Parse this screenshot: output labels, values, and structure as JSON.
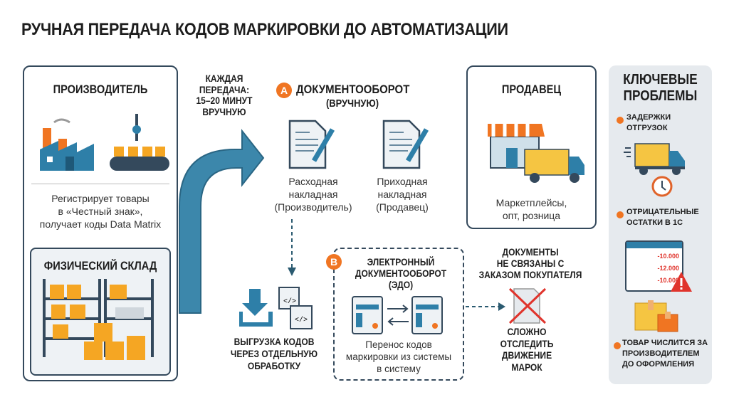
{
  "title": "РУЧНАЯ ПЕРЕДАЧА КОДОВ МАРКИРОВКИ ДО АВТОМАТИЗАЦИИ",
  "producer": {
    "title": "ПРОИЗВОДИТЕЛЬ",
    "description": [
      "Регистрирует товары",
      "в «Честный знак»,",
      "получает коды Data Matrix"
    ],
    "warehouse_title": "ФИЗИЧЕСКИЙ СКЛАД"
  },
  "transfer_note": [
    "КАЖДАЯ",
    "ПЕРЕДАЧА:",
    "15–20 МИНУТ",
    "ВРУЧНУЮ"
  ],
  "section_a": {
    "badge": "A",
    "title": "ДОКУМЕНТООБОРОТ",
    "subtitle": "(ВРУЧНУЮ)",
    "doc1": [
      "Расходная",
      "накладная",
      "(Производитель)"
    ],
    "doc2": [
      "Приходная",
      "накладная",
      "(Продавец)"
    ]
  },
  "export": {
    "label": [
      "ВЫГРУЗКА КОДОВ",
      "ЧЕРЕЗ ОТДЕЛЬНУЮ",
      "ОБРАБОТКУ"
    ]
  },
  "section_b": {
    "badge": "B",
    "title": [
      "ЭЛЕКТРОННЫЙ",
      "ДОКУМЕНТООБОРОТ",
      "(ЭДО)"
    ],
    "description": [
      "Перенос кодов",
      "маркировки из системы",
      "в систему"
    ]
  },
  "unlinked": {
    "title": [
      "ДОКУМЕНТЫ",
      "НЕ СВЯЗАНЫ С",
      "ЗАКАЗОМ  ПОКУПАТЕЛЯ"
    ],
    "result": [
      "СЛОЖНО",
      "ОТСЛЕДИТЬ",
      "ДВИЖЕНИЕ",
      "МАРОК"
    ]
  },
  "seller": {
    "title": "ПРОДАВЕЦ",
    "description": [
      "Маркетплейсы,",
      "опт, розница"
    ]
  },
  "problems": {
    "title": [
      "КЛЮЧЕВЫЕ",
      "ПРОБЛЕМЫ"
    ],
    "items": [
      {
        "text": [
          "ЗАДЕРЖКИ",
          "ОТГРУЗОК"
        ]
      },
      {
        "text": [
          "ОТРИЦАТЕЛЬНЫЕ",
          "ОСТАТКИ В 1С"
        ]
      },
      {
        "text": [
          "ТОВАР ЧИСЛИТСЯ ЗА",
          "ПРОИЗВОДИТЕЛЕМ",
          "ДО ОФОРМЛЕНИЯ"
        ]
      }
    ],
    "balances": [
      "-10.000",
      "-12.000",
      "-10.000"
    ]
  },
  "colors": {
    "accent": "#f07522",
    "blue": "#2e7fa8",
    "dark": "#34495c",
    "yellow": "#f5c542"
  }
}
